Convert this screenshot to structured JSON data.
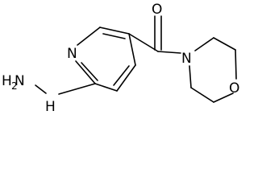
{
  "molecule": {
    "atoms": {
      "hydrazine_n": "N",
      "hydrazine_h": "H",
      "hydrazine_h_count": "2",
      "hydrazine_nh": "H",
      "hydrazine_nh_n": "N",
      "pyridine_n": "N",
      "carbonyl_o": "O",
      "morpholine_n": "N",
      "morpholine_o": "O"
    }
  }
}
